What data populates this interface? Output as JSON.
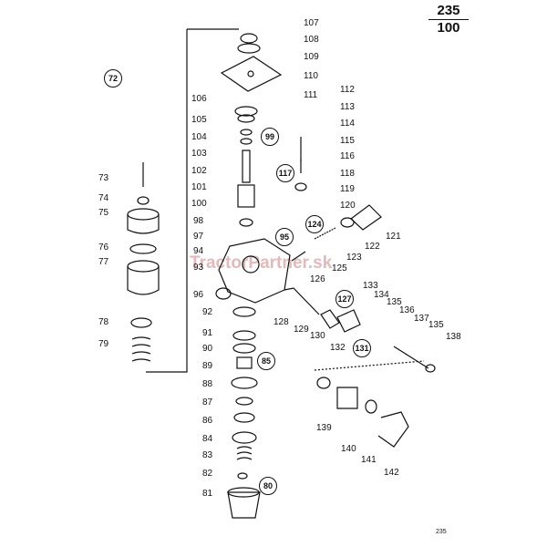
{
  "page_code": {
    "top": "235",
    "bottom": "100"
  },
  "logo_text": "72",
  "watermark": "TractorPartner.sk",
  "footer_code": "235",
  "circled_refs": [
    "99",
    "117",
    "124",
    "95",
    "127",
    "131",
    "85",
    "80"
  ],
  "part_numbers": [
    "107",
    "108",
    "109",
    "110",
    "111",
    "112",
    "113",
    "114",
    "115",
    "116",
    "118",
    "119",
    "120",
    "106",
    "105",
    "104",
    "103",
    "102",
    "101",
    "100",
    "98",
    "97",
    "94",
    "93",
    "96",
    "73",
    "74",
    "75",
    "76",
    "77",
    "78",
    "79",
    "121",
    "122",
    "123",
    "125",
    "126",
    "128",
    "129",
    "130",
    "132",
    "133",
    "134",
    "135",
    "136",
    "137",
    "138",
    "92",
    "91",
    "90",
    "89",
    "88",
    "87",
    "86",
    "84",
    "83",
    "82",
    "81",
    "139",
    "140",
    "141",
    "142"
  ]
}
